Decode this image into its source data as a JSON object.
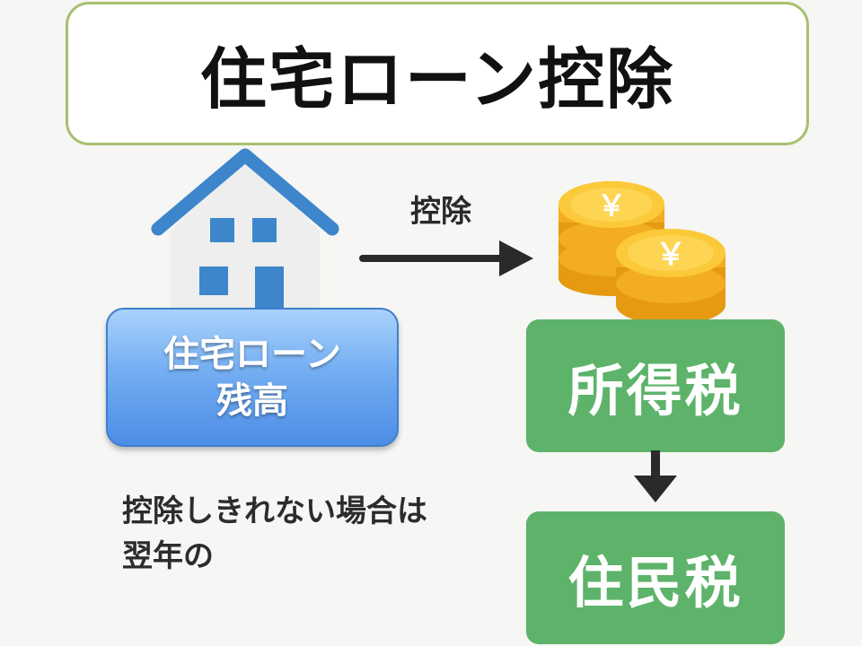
{
  "title": "住宅ローン控除",
  "house": {
    "roof_color": "#3d86cc",
    "wall_color": "#eeeeee",
    "window_color": "#3d86cc"
  },
  "loan_balance": {
    "line1": "住宅ローン",
    "line2": "残高",
    "color": "#5b9cee"
  },
  "arrow_label": "控除",
  "coins": {
    "symbol": "￥",
    "color": "#f4b324"
  },
  "taxes": {
    "income_tax": "所得税",
    "resident_tax": "住民税",
    "color": "#5db36a"
  },
  "note": {
    "line1": "控除しきれない場合は",
    "line2": "翌年の"
  }
}
